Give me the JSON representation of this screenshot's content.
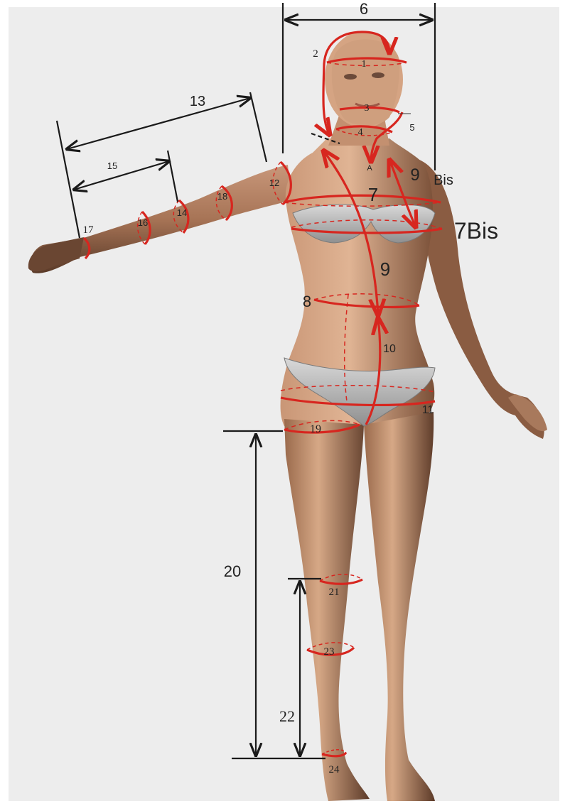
{
  "colors": {
    "background": "#ffffff",
    "panel": "#ececec",
    "skin_light": "#d8ab8a",
    "skin_mid": "#b98464",
    "skin_dark": "#6e4a36",
    "garment": "#b3b3b3",
    "measure_red": "#d7261f",
    "dimension_black": "#1a1a1a"
  },
  "figure": {
    "description_icon": "body-mannequin",
    "pose": "standing, right arm extended"
  },
  "labels": {
    "head_circ": "1",
    "head_arc": "2",
    "jaw": "3",
    "neck": "4",
    "chin_point": "5",
    "head_width": "6",
    "chest": "7",
    "chest_bis": "7Bis",
    "waist": "8",
    "front_length": "9",
    "bust_point_length": "9",
    "bust_point_bis": "Bis",
    "point_a": "A",
    "rise": "10",
    "hip": "11",
    "upper_arm": "12",
    "arm_length": "13",
    "elbow": "14",
    "lower_arm": "15",
    "forearm": "16",
    "wrist": "17",
    "bicep": "18",
    "thigh": "19",
    "inseam": "20",
    "knee": "21",
    "knee_to_ankle": "22",
    "calf": "23",
    "ankle": "24"
  }
}
